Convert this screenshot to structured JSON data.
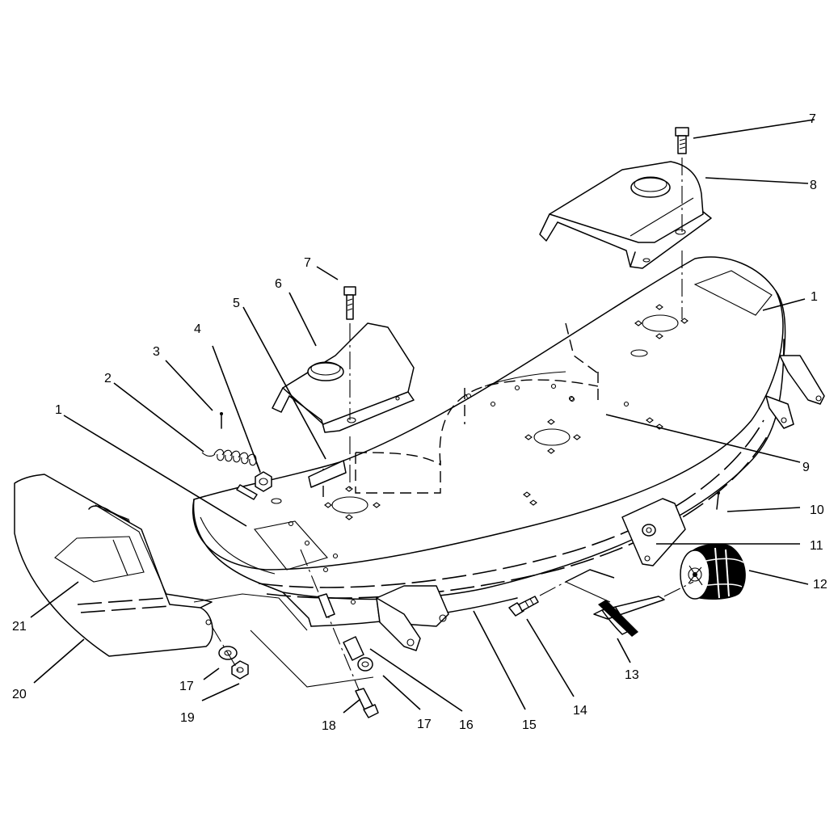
{
  "diagram": {
    "callouts": [
      {
        "id": "c7-top",
        "text": "7"
      },
      {
        "id": "c8",
        "text": "8"
      },
      {
        "id": "c1-right",
        "text": "1"
      },
      {
        "id": "c7-left",
        "text": "7"
      },
      {
        "id": "c6",
        "text": "6"
      },
      {
        "id": "c5",
        "text": "5"
      },
      {
        "id": "c4",
        "text": "4"
      },
      {
        "id": "c3",
        "text": "3"
      },
      {
        "id": "c2",
        "text": "2"
      },
      {
        "id": "c1-left",
        "text": "1"
      },
      {
        "id": "c9",
        "text": "9"
      },
      {
        "id": "c10",
        "text": "10"
      },
      {
        "id": "c11",
        "text": "11"
      },
      {
        "id": "c12",
        "text": "12"
      },
      {
        "id": "c13",
        "text": "13"
      },
      {
        "id": "c14",
        "text": "14"
      },
      {
        "id": "c15",
        "text": "15"
      },
      {
        "id": "c16",
        "text": "16"
      },
      {
        "id": "c17-right",
        "text": "17"
      },
      {
        "id": "c18",
        "text": "18"
      },
      {
        "id": "c17-left",
        "text": "17"
      },
      {
        "id": "c19",
        "text": "19"
      },
      {
        "id": "c20",
        "text": "20"
      },
      {
        "id": "c21",
        "text": "21"
      }
    ]
  }
}
